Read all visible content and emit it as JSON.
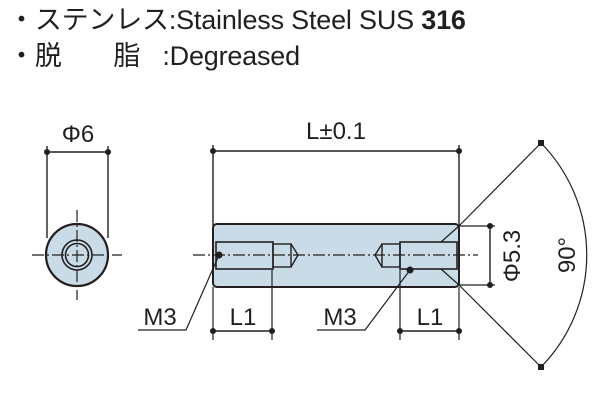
{
  "specs": [
    {
      "bullet": "・",
      "label": "ステンレス",
      "sep": ":",
      "value": "Stainless Steel SUS",
      "value_bold": "316"
    },
    {
      "bullet": "・",
      "label": "脱 脂",
      "sep": ":",
      "value": "Degreased",
      "value_bold": ""
    }
  ],
  "drawing": {
    "end_view": {
      "diameter_label": "Φ6"
    },
    "side_view": {
      "length_label": "L±0.1",
      "inner_diameter_label": "Φ5.3",
      "angle_label": "90°",
      "thread_left_label": "M3",
      "thread_right_label": "M3",
      "depth_left_label": "L1",
      "depth_right_label": "L1"
    },
    "colors": {
      "body_fill": "#c9dbe6",
      "line": "#231f20"
    }
  }
}
